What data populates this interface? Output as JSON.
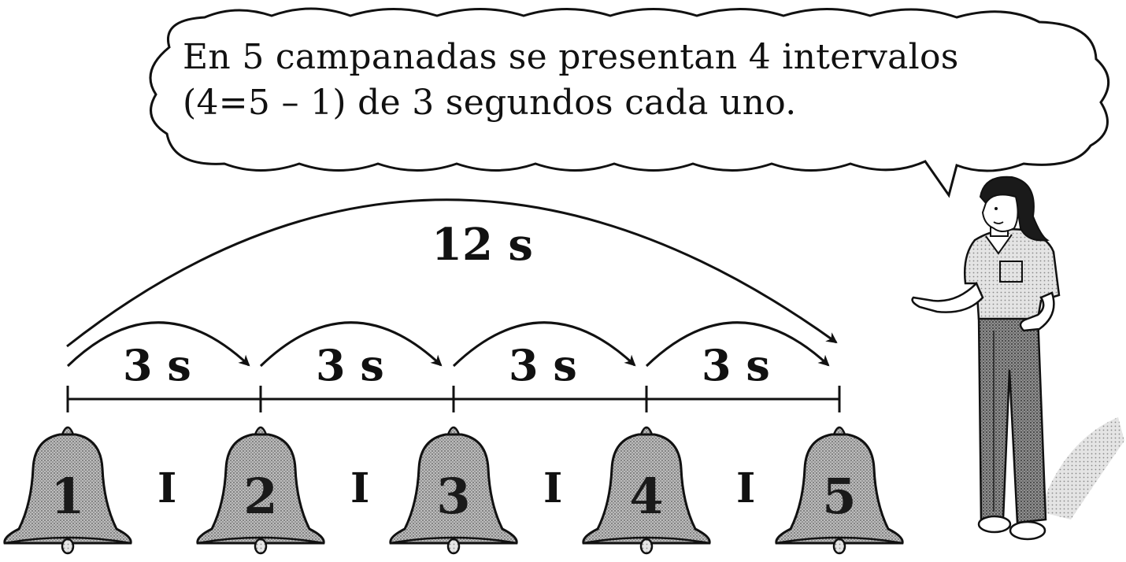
{
  "speech": {
    "line1": "En 5 campanadas se presentan 4 intervalos",
    "line2": "(4=5 – 1) de 3 segundos cada uno."
  },
  "total": {
    "label": "12 s"
  },
  "segments": [
    {
      "label": "3 s"
    },
    {
      "label": "3 s"
    },
    {
      "label": "3 s"
    },
    {
      "label": "3 s"
    }
  ],
  "intervals": [
    "I",
    "I",
    "I",
    "I"
  ],
  "bells": [
    "1",
    "2",
    "3",
    "4",
    "5"
  ],
  "colors": {
    "ink": "#111111",
    "bell_fill": "#9a9a9a",
    "bell_shade": "#6e6e6e",
    "shirt": "#c9c9c9",
    "pants": "#7d7d7d"
  }
}
